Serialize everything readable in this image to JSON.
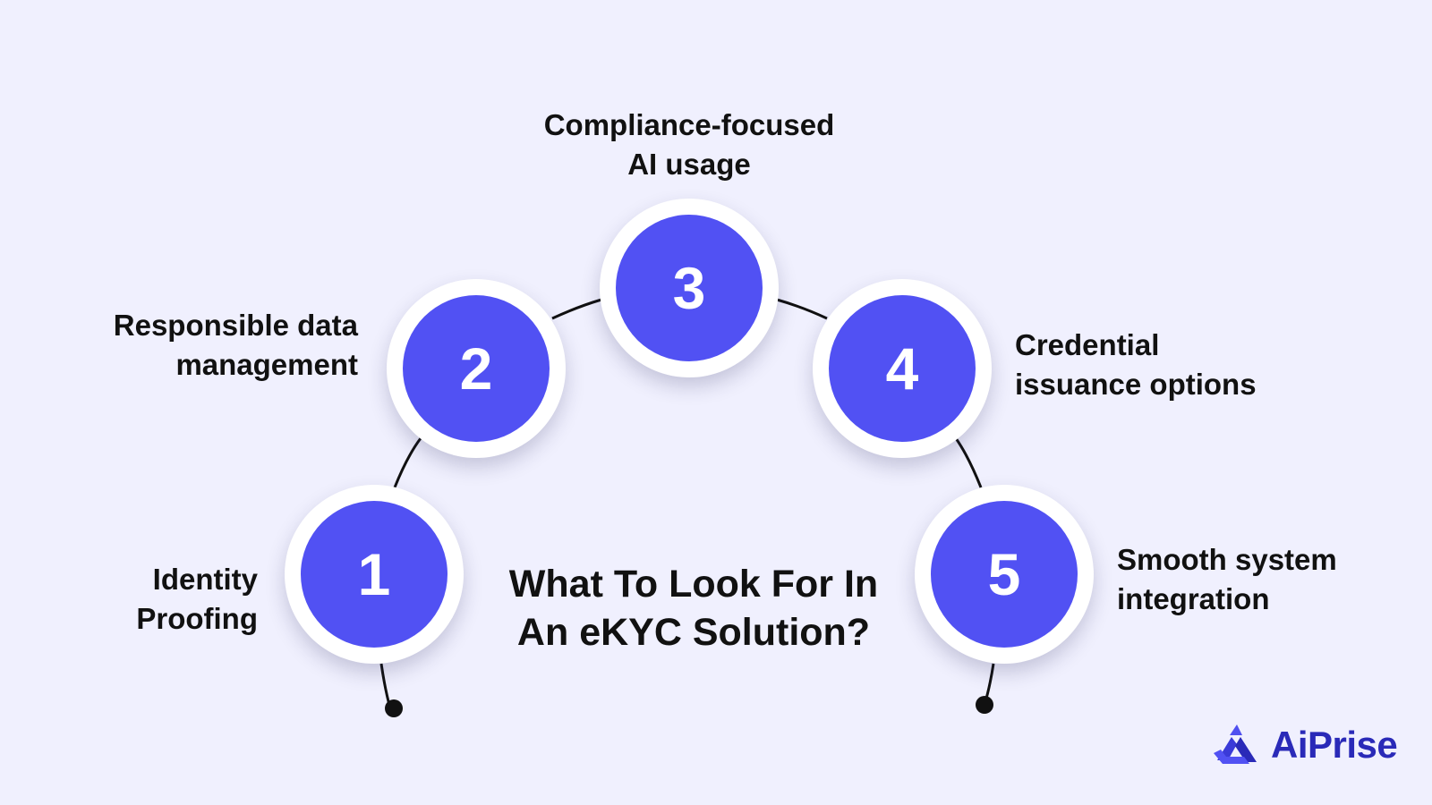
{
  "title": {
    "line1": "What To Look For In",
    "line2": "An eKYC Solution?"
  },
  "steps": [
    {
      "number": "1",
      "label_line1": "Identity",
      "label_line2": "Proofing"
    },
    {
      "number": "2",
      "label_line1": "Responsible data",
      "label_line2": "management"
    },
    {
      "number": "3",
      "label_line1": "Compliance-focused",
      "label_line2": "AI usage"
    },
    {
      "number": "4",
      "label_line1": "Credential",
      "label_line2": "issuance options"
    },
    {
      "number": "5",
      "label_line1": "Smooth system",
      "label_line2": "integration"
    }
  ],
  "brand": {
    "name": "AiPrise",
    "icon": "aiprise-logo-icon"
  },
  "colors": {
    "background": "#f0f0fe",
    "circle_fill": "#5151f3",
    "circle_ring": "#ffffff",
    "text": "#111111",
    "brand": "#2a2ab8"
  }
}
